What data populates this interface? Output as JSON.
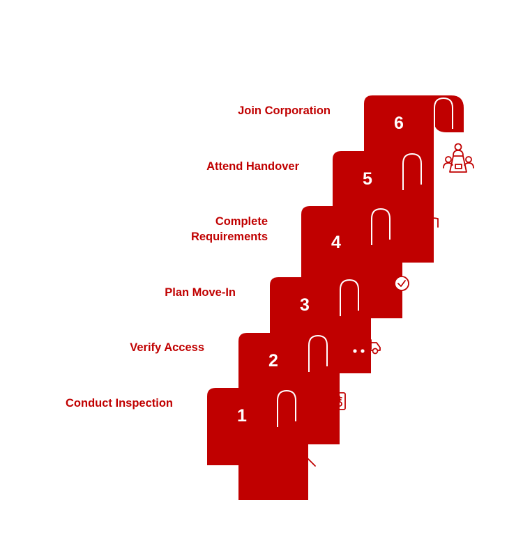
{
  "diagram": {
    "type": "staircase-process",
    "accent_color": "#c00000",
    "text_color_on_accent": "#ffffff",
    "steps": [
      {
        "number": "1",
        "label": "Conduct Inspection",
        "icon": "building-magnifier-icon"
      },
      {
        "number": "2",
        "label": "Verify Access",
        "icon": "door-key-icon"
      },
      {
        "number": "3",
        "label": "Plan Move-In",
        "icon": "moving-truck-house-icon"
      },
      {
        "number": "4",
        "label_lines": [
          "Complete",
          "Requirements"
        ],
        "label": "Complete Requirements",
        "icon": "clipboard-check-icon"
      },
      {
        "number": "5",
        "label": "Attend Handover",
        "icon": "person-hand-signal-icon"
      },
      {
        "number": "6",
        "label": "Join Corporation",
        "icon": "meeting-table-icon"
      }
    ]
  }
}
